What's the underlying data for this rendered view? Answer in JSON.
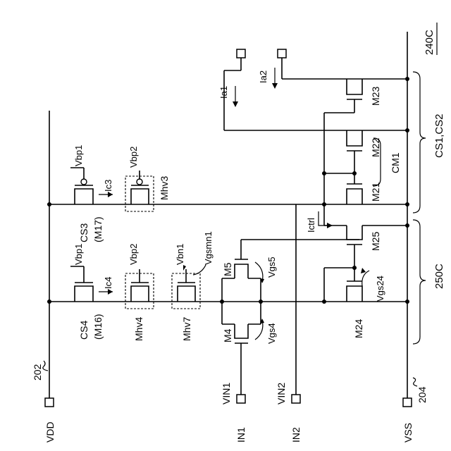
{
  "figure_label": "240C",
  "supply": {
    "vdd": {
      "pin_label": "VDD",
      "ref": "202"
    },
    "vss": {
      "pin_label": "VSS",
      "ref": "204"
    }
  },
  "inputs": [
    {
      "pin_label": "IN1",
      "net_label": "VIN1"
    },
    {
      "pin_label": "IN2",
      "net_label": "VIN2"
    }
  ],
  "currents": {
    "ia1": "Ia1",
    "ia2": "Ia2",
    "ic3": "Ic3",
    "ic4": "Ic4",
    "ictrl": "Ictrl"
  },
  "transistors": {
    "cs3": {
      "name": "CS3",
      "sub": "(M17)",
      "gate": "Vbp1"
    },
    "mhv3": {
      "name": "Mhv3",
      "gate": "Vbp2"
    },
    "cs4": {
      "name": "CS4",
      "sub": "(M16)",
      "gate": "Vbp1"
    },
    "mhv4": {
      "name": "Mhv4",
      "gate": "Vbp2"
    },
    "mhv7": {
      "name": "Mhv7",
      "gate": "Vbn1",
      "extra": "Vgsmn1"
    },
    "m4": {
      "name": "M4",
      "vgs": "Vgs4"
    },
    "m5": {
      "name": "M5",
      "vgs": "Vgs5"
    },
    "m21": {
      "name": "M21"
    },
    "m22": {
      "name": "M22"
    },
    "m23": {
      "name": "M23"
    },
    "m24": {
      "name": "M24",
      "vgs": "Vgs24"
    },
    "m25": {
      "name": "M25"
    }
  },
  "groups": {
    "cm1": "CM1",
    "cs12": "CS1,CS2",
    "block": "250C"
  }
}
